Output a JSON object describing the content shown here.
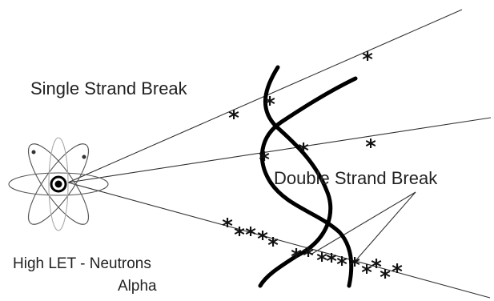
{
  "labels": {
    "single_strand": "Single Strand Break",
    "double_strand": "Double Strand Break",
    "radiation_line1": "High LET - Neutrons",
    "radiation_line2": "Alpha"
  },
  "icons": {
    "atom": "atom-icon",
    "break_marker": "asterisk-marker"
  },
  "break_marker_glyph": "*",
  "colors": {
    "dna_strand": "#000000",
    "ray": "#333333",
    "atom_orbit": "#555555",
    "nucleus": "#000000",
    "text": "#222222"
  }
}
